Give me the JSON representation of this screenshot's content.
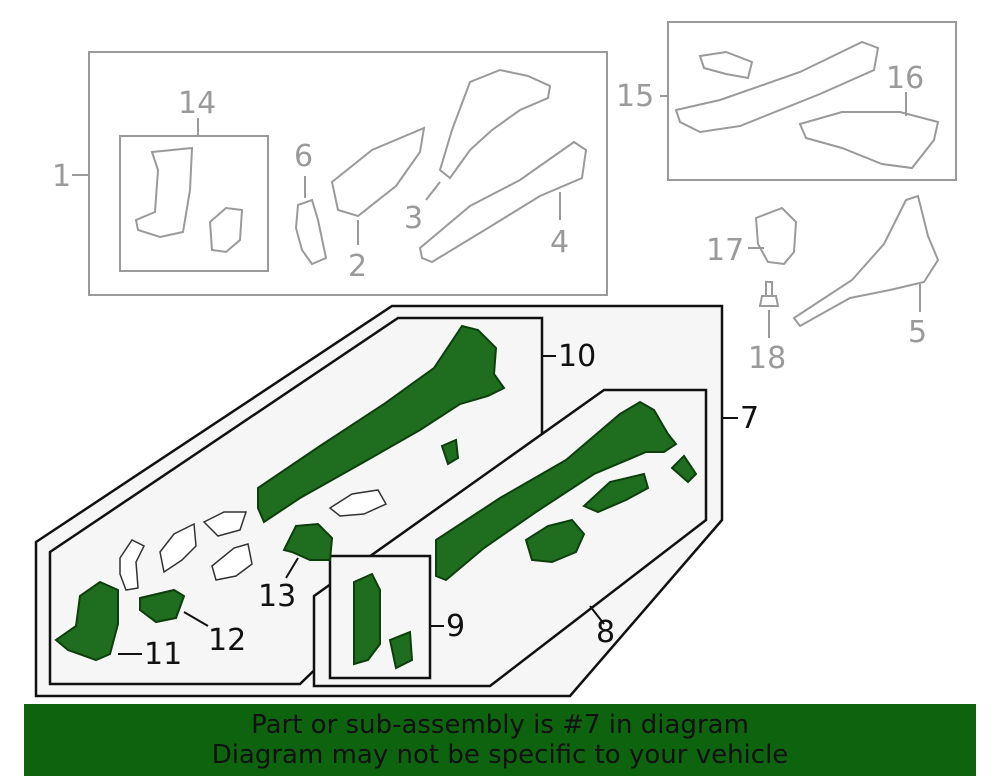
{
  "colors": {
    "highlight_fill": "#1f6e1f",
    "highlight_stroke": "#0c3f0c",
    "banner_bg": "#0e640e",
    "gray_line": "#9a9a9a",
    "panel_fill": "#f6f6f6"
  },
  "callouts": {
    "c1": "1",
    "c2": "2",
    "c3": "3",
    "c4": "4",
    "c5": "5",
    "c6": "6",
    "c7": "7",
    "c8": "8",
    "c9": "9",
    "c10": "10",
    "c11": "11",
    "c12": "12",
    "c13": "13",
    "c14": "14",
    "c15": "15",
    "c16": "16",
    "c17": "17",
    "c18": "18"
  },
  "banner": {
    "line1": "Part or sub-assembly is #7 in diagram",
    "line2": "Diagram may not be specific to your vehicle"
  }
}
